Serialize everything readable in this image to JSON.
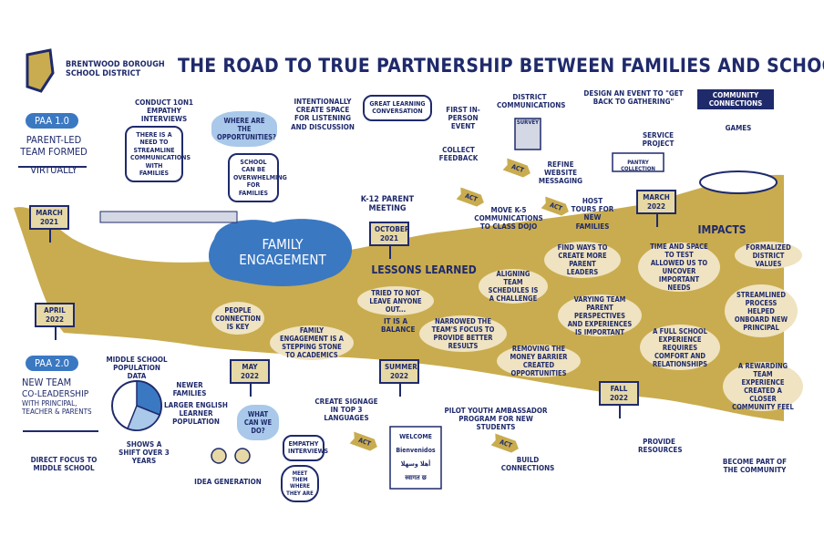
{
  "header": {
    "org_line1": "Brentwood Borough",
    "org_line2": "School District",
    "title": "The Road to True Partnership Between Families and Schools"
  },
  "paa1": {
    "badge": "PAA 1.0",
    "line1": "Parent-Led",
    "line2": "Team Formed",
    "line3": "Virtually"
  },
  "paa2": {
    "badge": "PAA 2.0",
    "line1": "New Team",
    "line2": "Co-Leadership",
    "line3": "with Principal, Teacher & Parents",
    "focus": "Direct focus to middle school"
  },
  "top": {
    "interviews": "Conduct 1on1 empathy interviews",
    "need": "There is a need to streamline communications with families",
    "where": "Where are the opportunities?",
    "overwhelming": "School can be overwhelming for families",
    "space": "Intentionally create space for listening and discussion",
    "conversation": "Great learning conversation",
    "k12": "K-12 Parent Meeting",
    "first_event": "First in-person event",
    "collect": "Collect feedback",
    "district_comm": "District communications",
    "survey": "Survey",
    "refine": "Refine website messaging",
    "move": "Move K-5 communications to Class Dojo",
    "tours": "Host tours for new families",
    "design": "Design an event to \"Get back to gathering\"",
    "service": "Service project",
    "pantry": "Pantry collection",
    "community": "Community Connections",
    "games": "Games"
  },
  "act_label": "ACT",
  "signs": {
    "march2021": "March 2021",
    "april2022": "April 2022",
    "october2021": "October 2021",
    "march2022": "March 2022",
    "may2022": "May 2022",
    "summer2022": "Summer 2022",
    "fall2022": "Fall 2022"
  },
  "road": {
    "family_engagement": "Family Engagement",
    "lessons_title": "Lessons Learned",
    "impacts_title": "Impacts",
    "people": "People connection is key",
    "stepping": "Family engagement is a stepping stone to academics",
    "tried": "Tried to not leave anyone out...",
    "balance": "It is a balance",
    "narrowed": "Narrowed the team's focus to provide better results",
    "aligning": "Aligning team schedules is a challenge",
    "removing": "Removing the money barrier created opportunities",
    "find": "Find ways to create more parent leaders",
    "varying": "Varying team parent perspectives and experiences is important",
    "time": "Time and space to test allowed us to uncover important needs",
    "full": "A full school experience requires comfort and relationships",
    "formalized": "Formalized district values",
    "streamlined": "Streamlined process helped onboard new principal",
    "rewarding": "A rewarding team experience created a closer community feel"
  },
  "bottom": {
    "ms_data": "Middle school population data",
    "newer": "Newer families",
    "larger": "Larger English learner population",
    "shift": "Shows a shift over 3 years",
    "what": "What can we do?",
    "idea": "Idea generation",
    "empathy": "Empathy interviews",
    "meet": "Meet them where they are",
    "signage": "Create signage in top 3 languages",
    "welcome": [
      "WELCOME",
      "Bienvenidos",
      "أهلا وسهلا",
      "स्वागत छ"
    ],
    "pilot": "Pilot youth ambassador program for new students",
    "build": "Build connections",
    "resources": "Provide resources",
    "become": "Become part of the community"
  },
  "colors": {
    "navy": "#1f2a6b",
    "gold": "#c9ac4f",
    "cream": "#efe3c1",
    "blue": "#3b78c2",
    "light_blue": "#a9c8ea"
  }
}
